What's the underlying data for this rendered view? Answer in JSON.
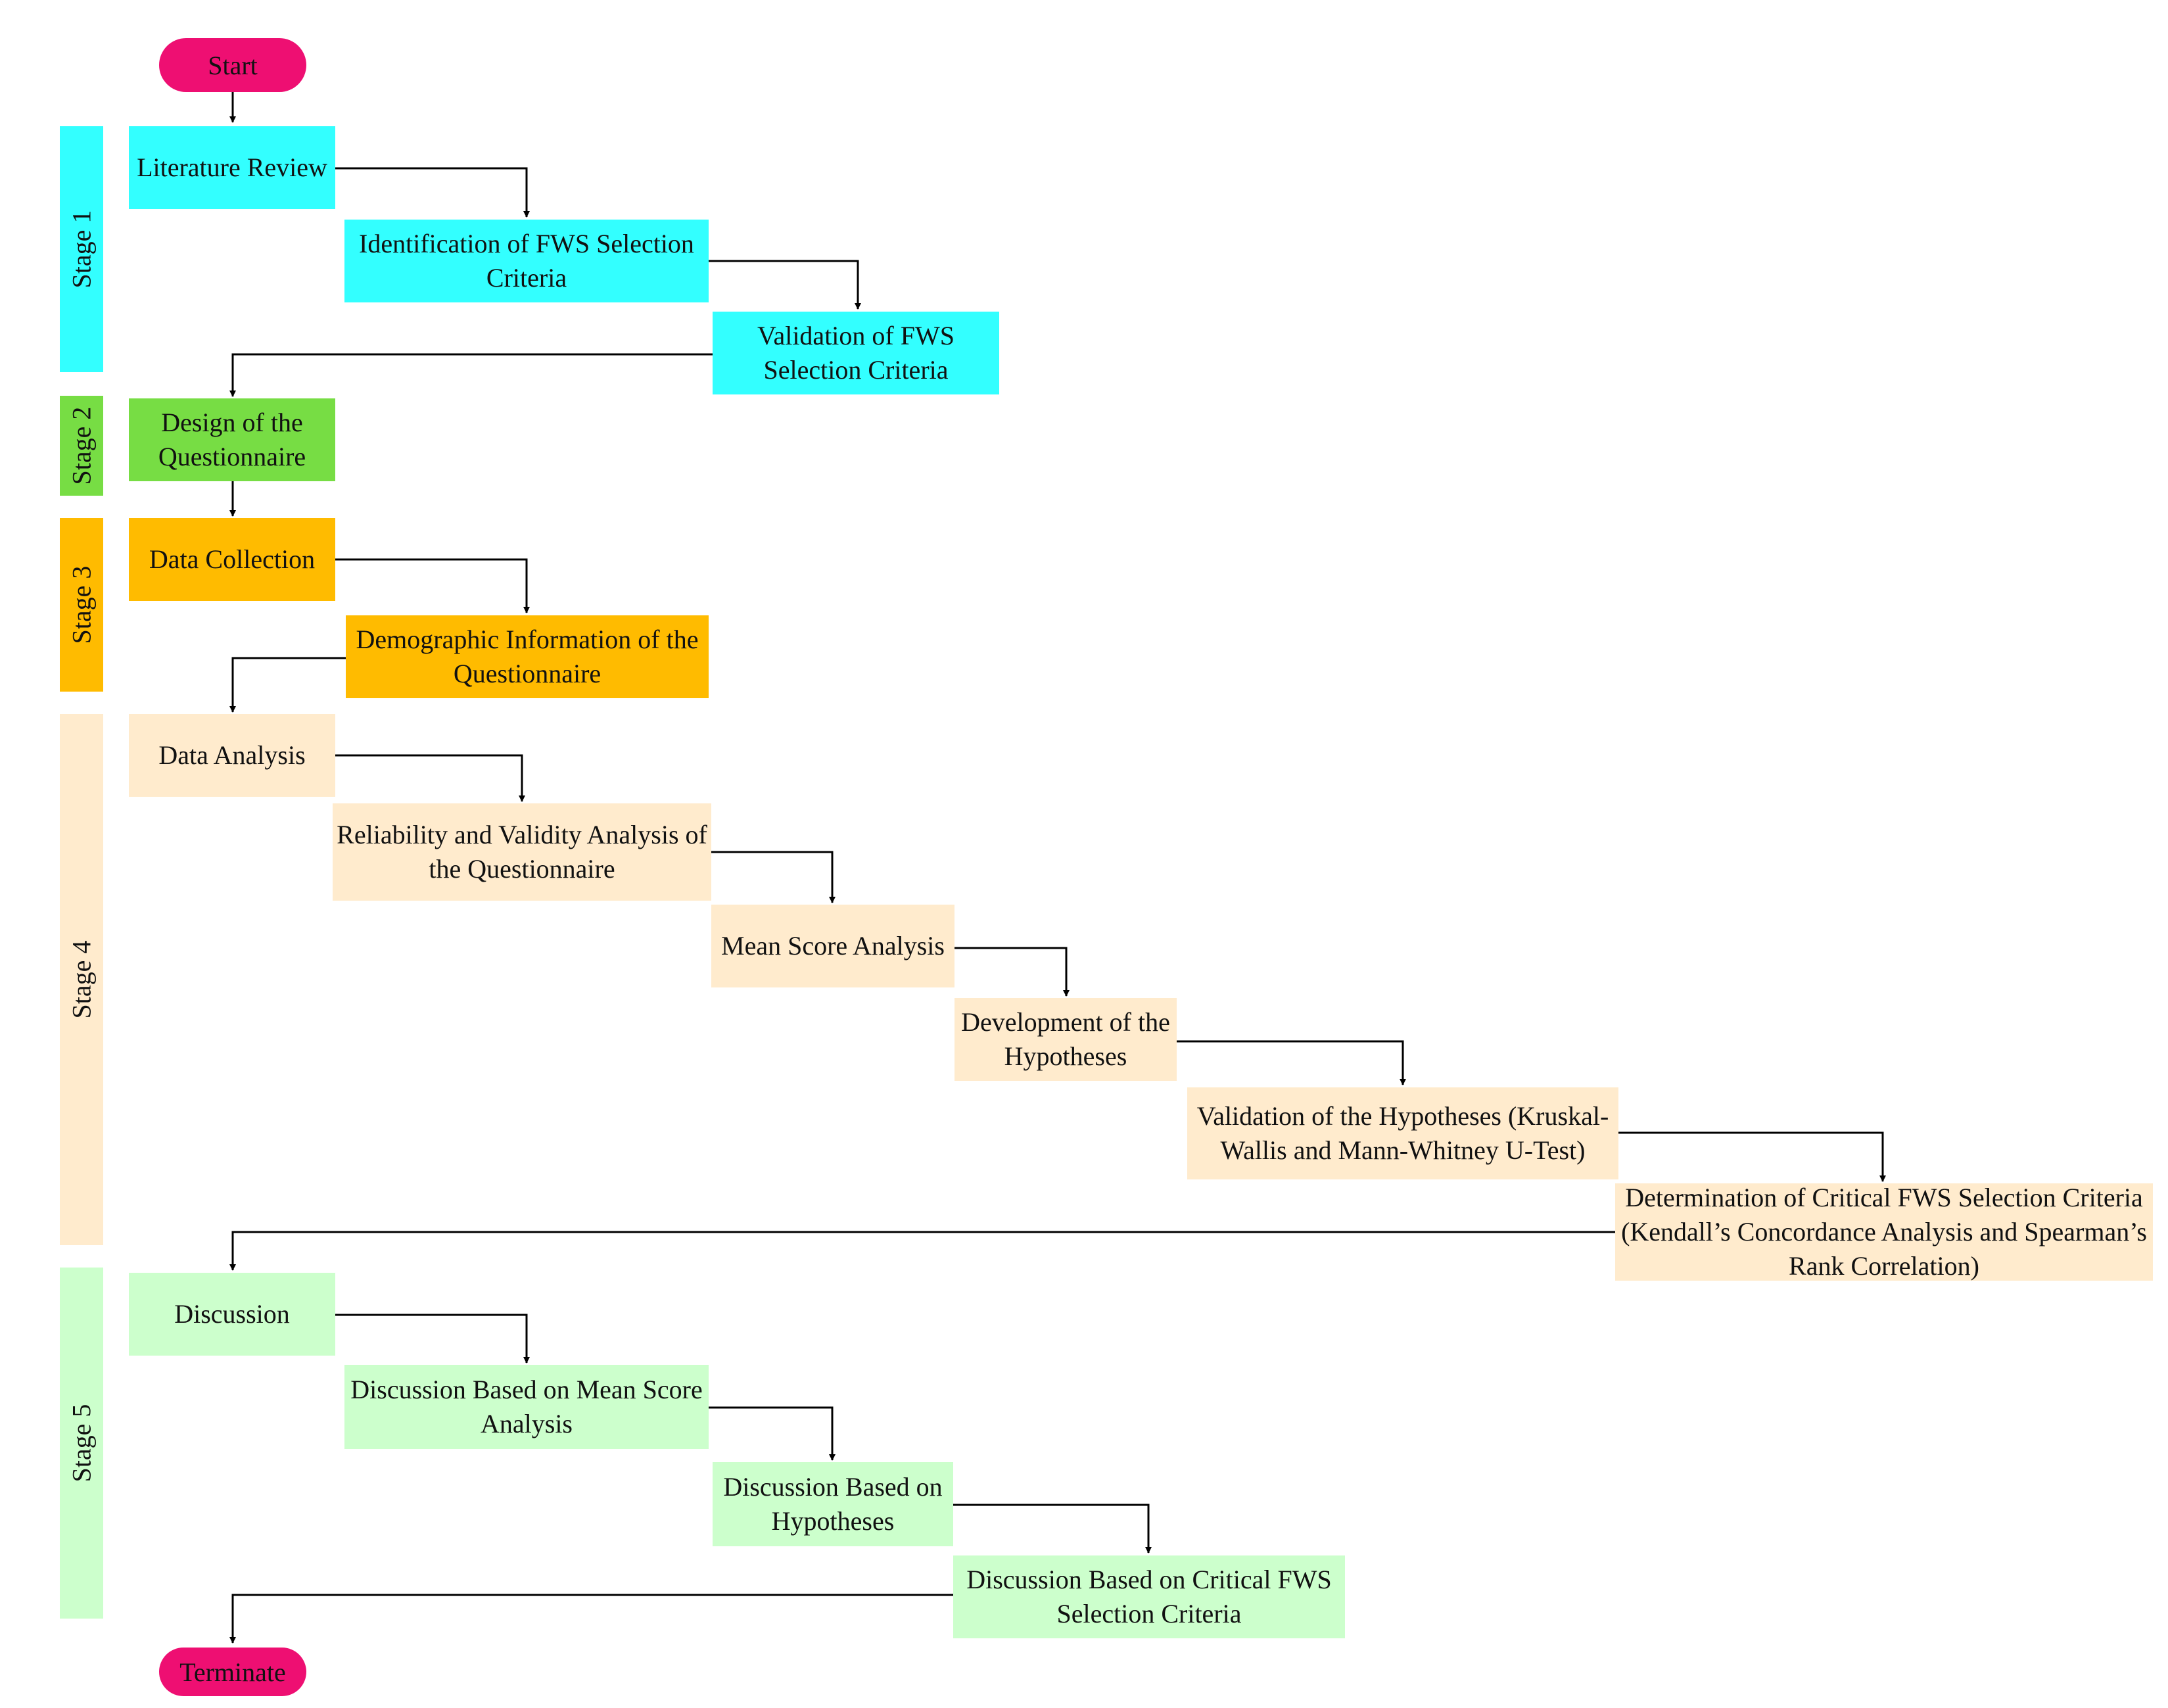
{
  "colors": {
    "terminal": "#ee0f72",
    "stage1": "#33ffff",
    "stage2": "#77dd44",
    "stage3": "#ffbb00",
    "stage4": "#ffebcd",
    "stage5": "#ccffcc",
    "line": "#000000"
  },
  "start": "Start",
  "terminate": "Terminate",
  "stages": {
    "s1": "Stage 1",
    "s2": "Stage 2",
    "s3": "Stage 3",
    "s4": "Stage 4",
    "s5": "Stage 5"
  },
  "steps": {
    "lit_review": "Literature Review",
    "identification": "Identification of FWS Selection Criteria",
    "validation_criteria": "Validation of FWS Selection Criteria",
    "design_questionnaire": "Design of the Questionnaire",
    "data_collection": "Data Collection",
    "demographic": "Demographic Information of the Questionnaire",
    "data_analysis": "Data Analysis",
    "reliability": "Reliability and Validity Analysis of the Questionnaire",
    "mean_score": "Mean Score Analysis",
    "development_hyp": "Development of the Hypotheses",
    "validation_hyp": "Validation of the Hypotheses (Kruskal-Wallis and Mann-Whitney U-Test)",
    "determination": "Determination of Critical FWS Selection Criteria (Kendall’s Concordance Analysis and Spearman’s Rank Correlation)",
    "discussion": "Discussion",
    "disc_mean": "Discussion Based on Mean Score Analysis",
    "disc_hyp": "Discussion Based on Hypotheses",
    "disc_critical": "Discussion Based on Critical FWS Selection Criteria"
  }
}
